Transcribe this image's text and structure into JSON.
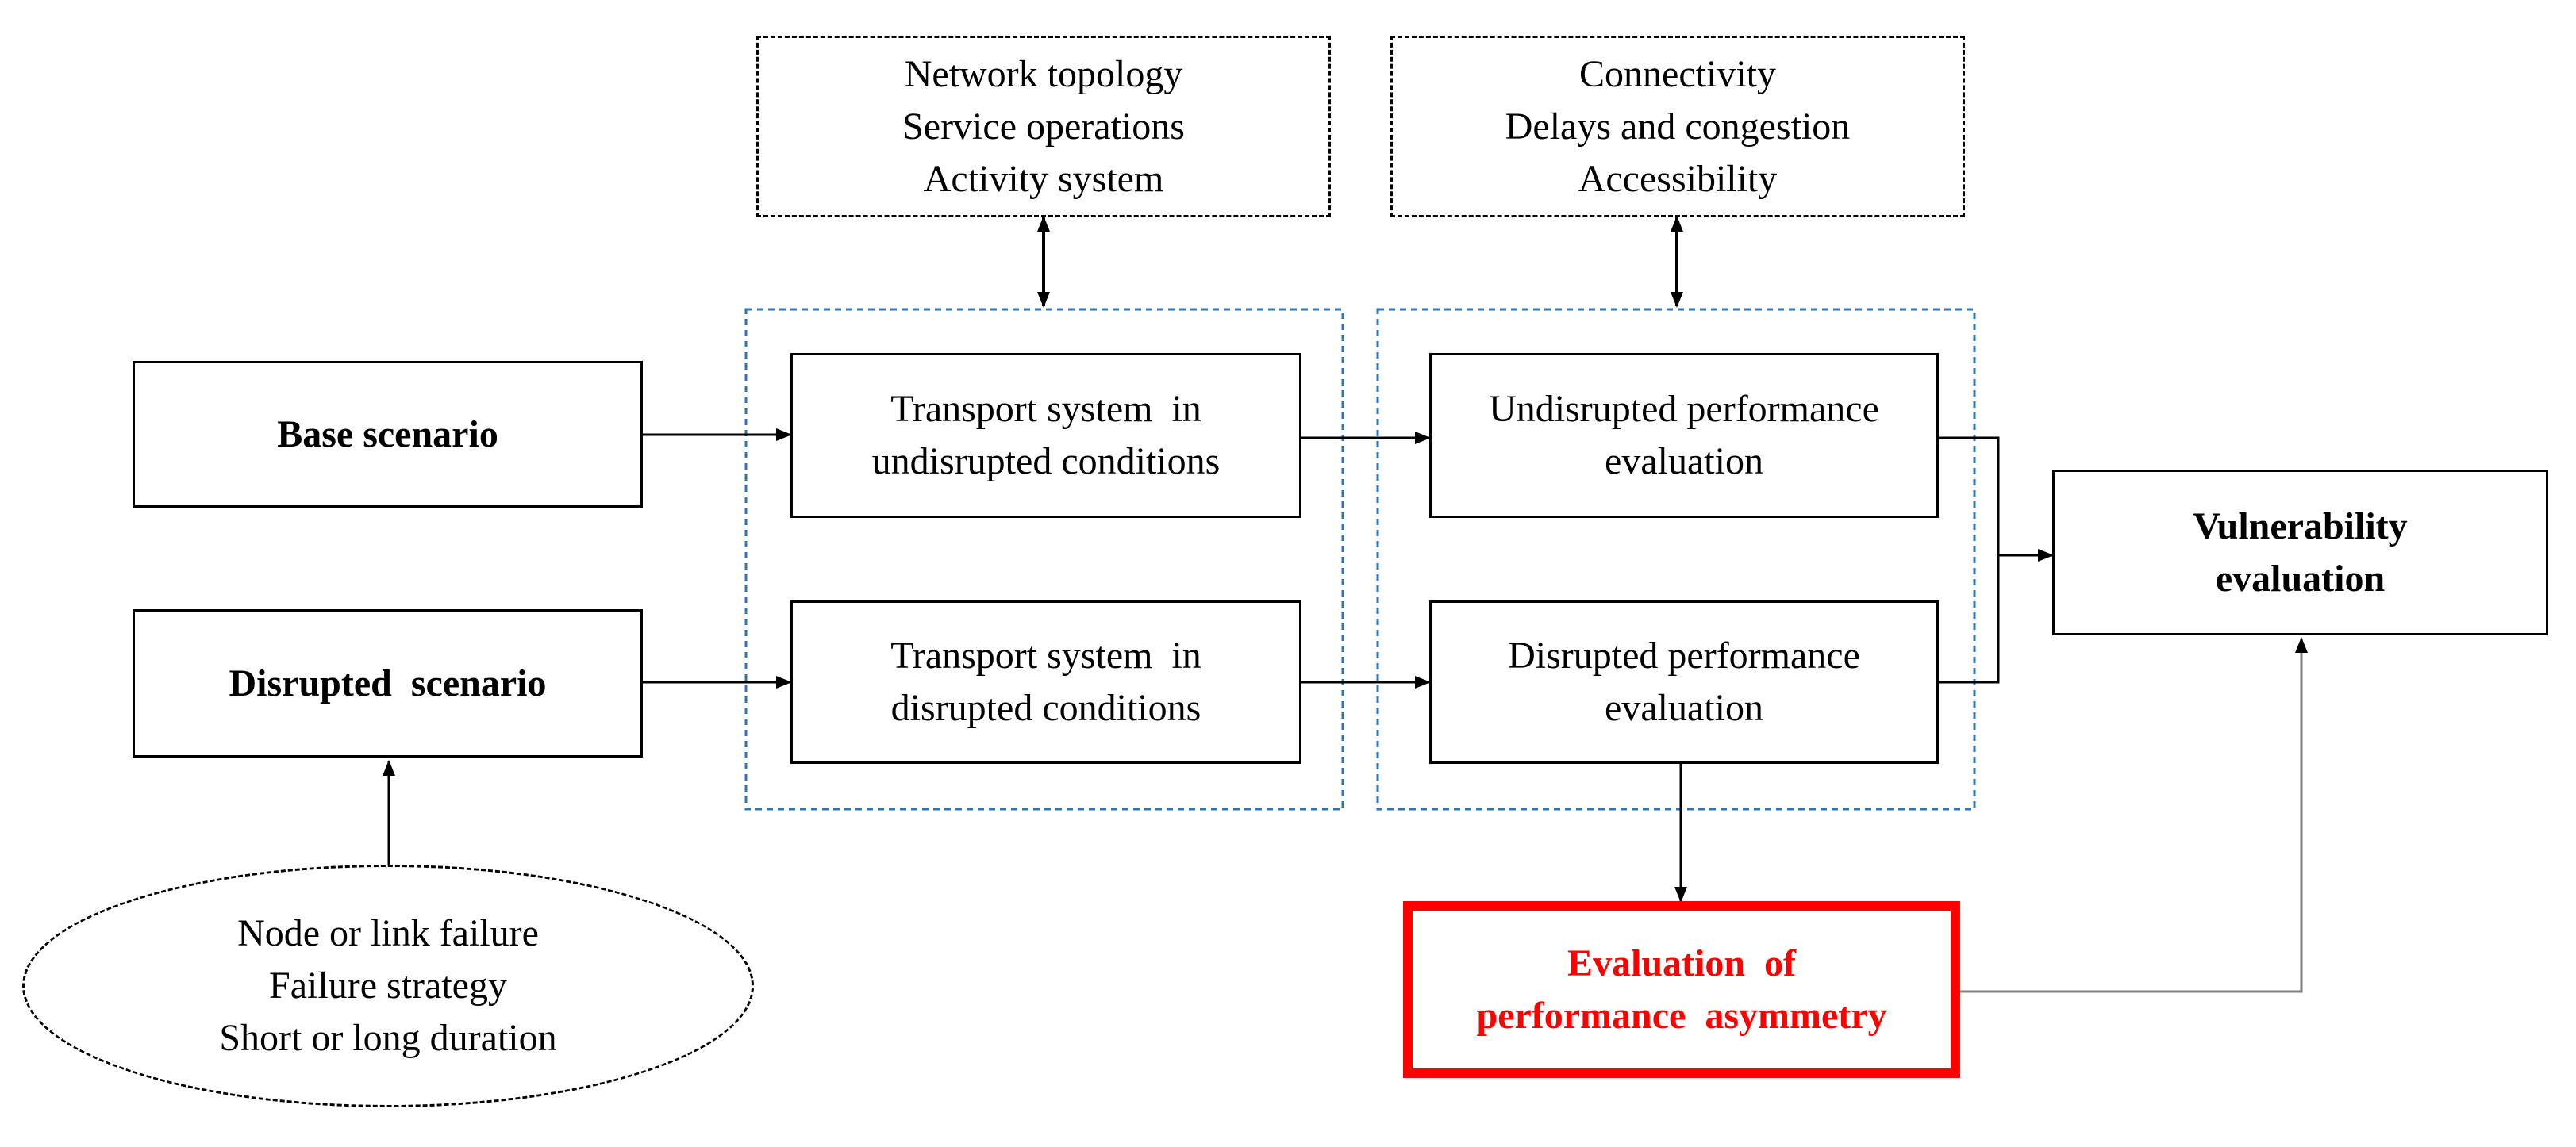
{
  "top_boxes": {
    "system_factors": [
      "Network topology",
      "Service operations",
      "Activity system"
    ],
    "performance_measures": [
      "Connectivity",
      "Delays and congestion",
      "Accessibility"
    ]
  },
  "scenarios": {
    "base": "Base scenario",
    "disrupted": "Disrupted  scenario"
  },
  "transport": {
    "undisrupted": [
      "Transport system  in",
      "undisrupted conditions"
    ],
    "disrupted": [
      "Transport system  in",
      "disrupted conditions"
    ]
  },
  "performance": {
    "undisrupted": [
      "Undisrupted performance",
      "evaluation"
    ],
    "disrupted": [
      "Disrupted performance",
      "evaluation"
    ]
  },
  "vulnerability": [
    "Vulnerability",
    "evaluation"
  ],
  "asymmetry": [
    "Evaluation  of",
    "performance  asymmetry"
  ],
  "failure": [
    "Node or link failure",
    "Failure strategy",
    "Short or long duration"
  ],
  "colors": {
    "highlight": "#ff0000",
    "group_border": "#2e75b6",
    "line": "#000000",
    "grey_line": "#7f7f7f"
  }
}
